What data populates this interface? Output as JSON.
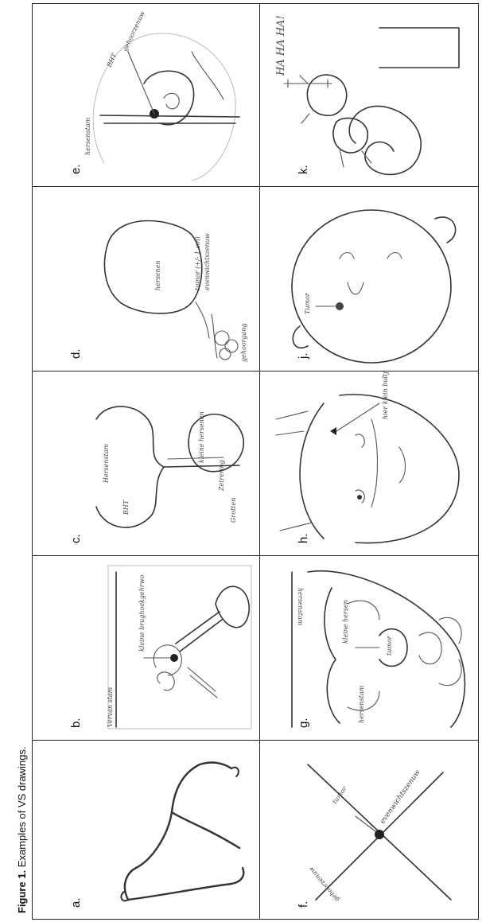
{
  "caption": {
    "bold": "Figure 1.",
    "text": " Examples of VS drawings."
  },
  "cells": {
    "a": {
      "label": "a."
    },
    "b": {
      "label": "b.",
      "notes": [
        "kleine\nbrughoekgehrwo",
        "Vervan\nstam"
      ]
    },
    "c": {
      "label": "c.",
      "notes": [
        "Grotten",
        "Zetrering",
        "kleine\nhersenen",
        "Hersenstam",
        "BHT"
      ]
    },
    "d": {
      "label": "d.",
      "notes": [
        "hersenen",
        "tumor (+/- 1 cm)",
        "evenwichtszenuw",
        "gehoorgang"
      ]
    },
    "e": {
      "label": "e.",
      "notes": [
        "BHT",
        "gehoorzenuw",
        "hersenstam"
      ]
    },
    "f": {
      "label": "f.",
      "notes": [
        "tumor",
        "evenwichtszenuw",
        "gehoorzenuw"
      ]
    },
    "g": {
      "label": "g.",
      "notes": [
        "kleine\nhersen",
        "tumor",
        "hersenstam",
        "hersenstam"
      ]
    },
    "h": {
      "label": "h.",
      "notes": [
        "hier\nklein\nbultje"
      ]
    },
    "j": {
      "label": "j.",
      "notes": [
        "Tumor"
      ]
    },
    "k": {
      "label": "k.",
      "notes": [
        "HA HA HA!"
      ]
    }
  }
}
